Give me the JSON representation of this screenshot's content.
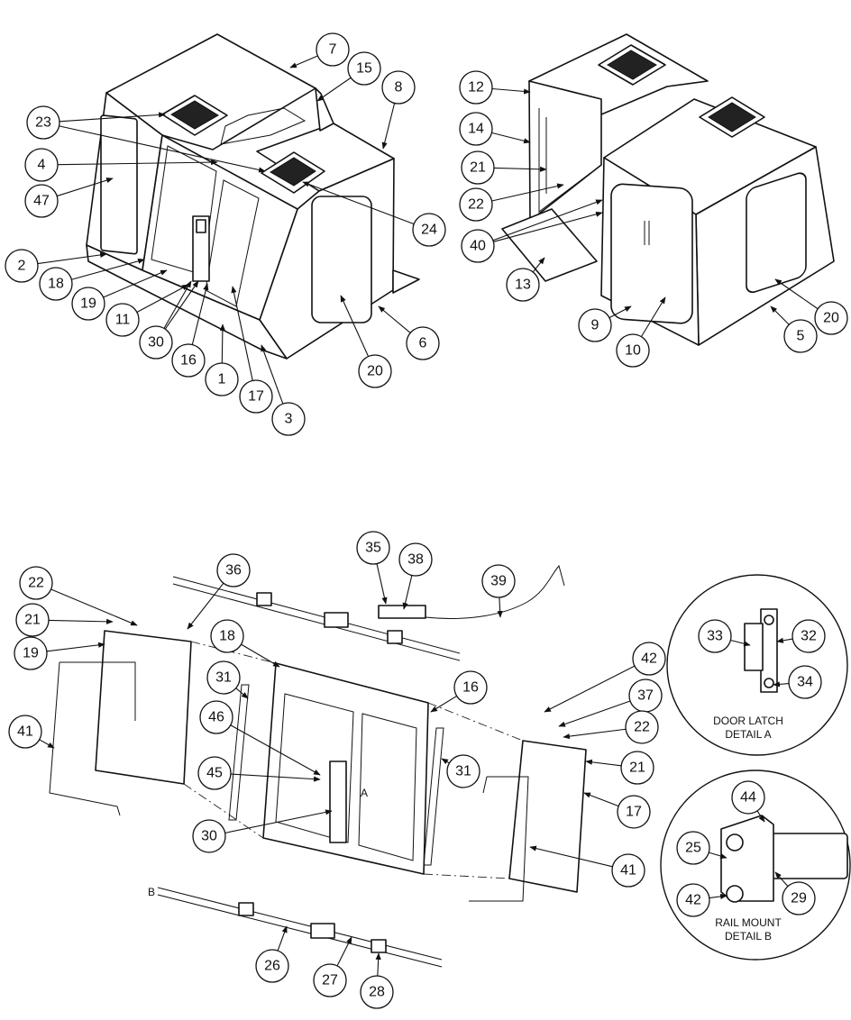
{
  "balloons": [
    "1",
    "2",
    "3",
    "4",
    "5",
    "6",
    "7",
    "8",
    "9",
    "10",
    "11",
    "12",
    "13",
    "14",
    "15",
    "16",
    "17",
    "18",
    "19",
    "20",
    "21",
    "22",
    "23",
    "24",
    "25",
    "26",
    "27",
    "28",
    "29",
    "30",
    "31",
    "32",
    "33",
    "34",
    "35",
    "36",
    "37",
    "38",
    "39",
    "40",
    "41",
    "42",
    "44",
    "45",
    "46",
    "47"
  ],
  "details": {
    "a": {
      "title": "DOOR LATCH",
      "subtitle": "DETAIL A"
    },
    "b": {
      "title": "RAIL MOUNT",
      "subtitle": "DETAIL B"
    }
  },
  "view_letters": {
    "a": "A",
    "b": "B"
  }
}
